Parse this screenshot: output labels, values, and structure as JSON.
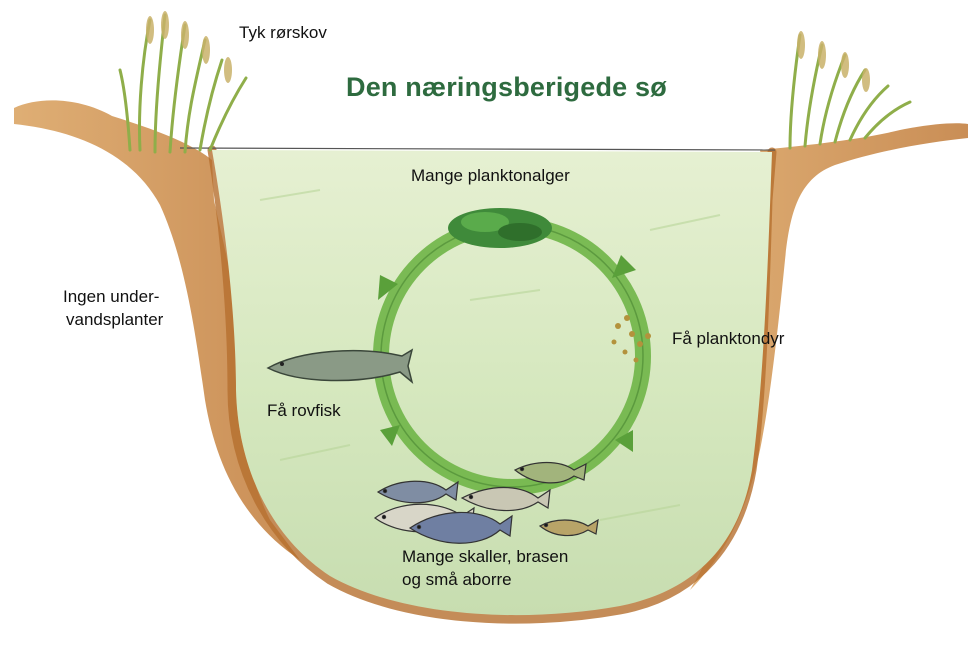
{
  "title": "Den næringsberigede sø",
  "labels": {
    "reeds": "Tyk rørskov",
    "phytoplankton": "Mange planktonalger",
    "zooplankton": "Få planktondyr",
    "no_plants_line1": "Ingen under-",
    "no_plants_line2": "vandsplanter",
    "predators": "Få rovfisk",
    "fish_line1": "Mange skaller, brasen",
    "fish_line2": "og små aborre"
  },
  "colors": {
    "title": "#2e6b3f",
    "water": "#d9eac4",
    "bank": "#c98a45",
    "cycle_arrow": "#6fb547",
    "reeds": "#8fae4a"
  }
}
